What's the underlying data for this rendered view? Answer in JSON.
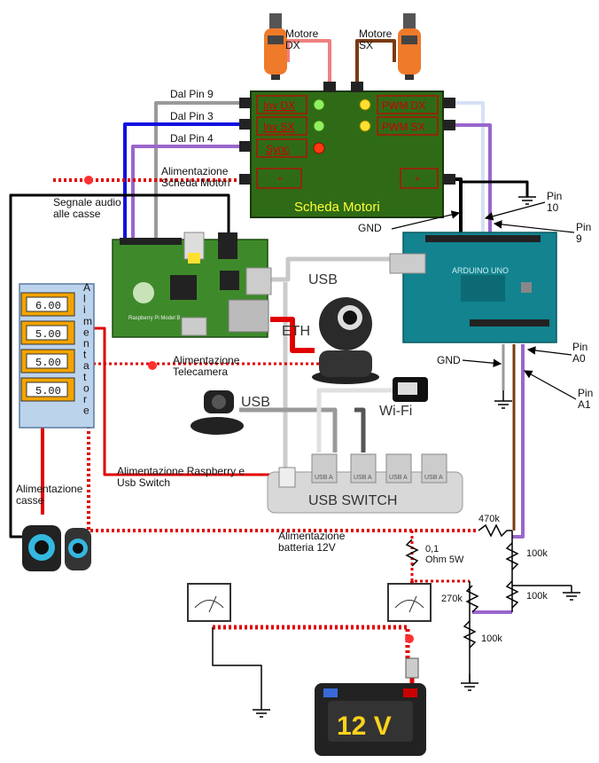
{
  "colors": {
    "board_green": "#2f6b16",
    "text_red": "#cc0000",
    "text_yellow": "#ffff33",
    "wire_red": "#e00000",
    "wire_blue": "#1010e0",
    "wire_grey": "#9a9a9a",
    "wire_purple": "#9a66cc",
    "wire_black": "#000000",
    "wire_pink": "#f08080",
    "wire_brown": "#7a3a10",
    "arduino_teal": "#12838f",
    "switch_grey": "#d8d8d8",
    "lcd_yellow": "#f2a400",
    "psu_blue": "#bcd3ec"
  },
  "motors": {
    "dx": "Motore DX",
    "sx": "Motore SX"
  },
  "motor_board": {
    "title": "Scheda Motori",
    "inv_dx": "Inv DX",
    "inv_sx": "Inv SX",
    "sync": "Sync",
    "pwm_dx": "PWM DX",
    "pwm_sx": "PWM SX"
  },
  "pins": {
    "dal_pin_9": "Dal Pin 9",
    "dal_pin_3": "Dal Pin 3",
    "dal_pin_4": "Dal Pin 4",
    "pin_10": "Pin 10",
    "pin_9": "Pin 9",
    "pin_a0": "Pin A0",
    "pin_a1": "Pin A1",
    "gnd_top": "GND",
    "gnd_bottom": "GND"
  },
  "labels": {
    "alimentazione_scheda_motori": "Alimentazione Scheda Motori",
    "segnale_audio": "Segnale audio alle casse",
    "usb_top": "USB",
    "eth": "ETH",
    "usb_webcam": "USB",
    "wifi": "Wi-Fi",
    "alimentazione_telecamera": "Alimentazione Telecamera",
    "alimentazione_raspberry": "Alimentazione Raspberry e Usb Switch",
    "alimentazione_casse": "Alimentazione casse",
    "alimentazione_batteria": "Alimentazione batteria 12V",
    "usb_switch": "USB SWITCH",
    "usb_a": "USB A",
    "alimentatore": "Alimentatore",
    "battery": "12 V",
    "arduino": "ARDUINO UNO",
    "raspberry": "Raspberry Pi Model B"
  },
  "psu_displays": [
    "6.00",
    "5.00",
    "5.00",
    "5.00"
  ],
  "resistors": {
    "r470k": "470k",
    "r01": "0,1 Ohm 5W",
    "r100k_a": "100k",
    "r100k_b": "100k",
    "r270k": "270k",
    "r100k_c": "100k"
  }
}
